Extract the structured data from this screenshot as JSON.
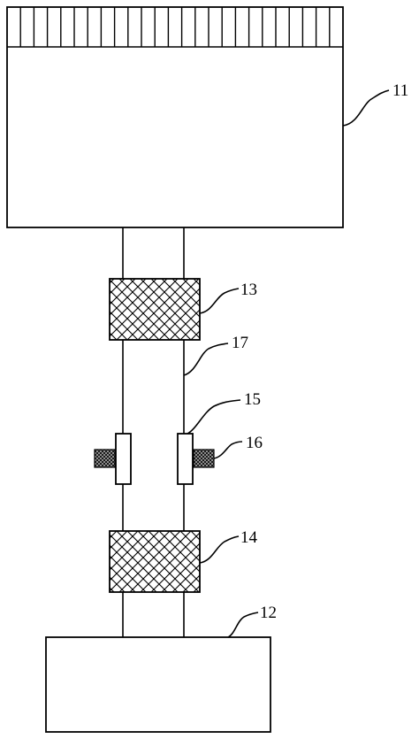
{
  "labels": {
    "part_11": "11",
    "part_12": "12",
    "part_13": "13",
    "part_14": "14",
    "part_15": "15",
    "part_16": "16",
    "part_17": "17"
  },
  "colors": {
    "line": "#000000",
    "background": "#ffffff",
    "dark_block": "#1a1a1a"
  }
}
